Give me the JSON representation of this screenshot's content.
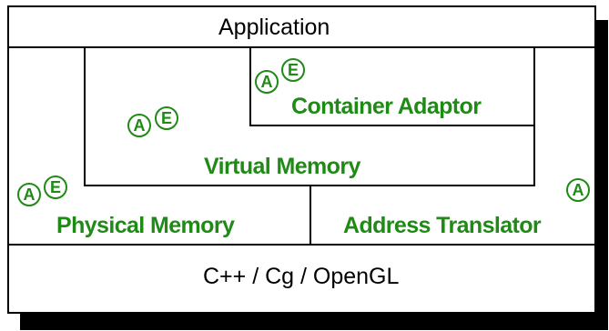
{
  "layers": {
    "top": "Application",
    "bottom": "C++ / Cg / OpenGL"
  },
  "modules": {
    "container_adaptor": "Container Adaptor",
    "virtual_memory": "Virtual Memory",
    "physical_memory": "Physical Memory",
    "address_translator": "Address Translator"
  },
  "badges": {
    "a": "A",
    "e": "E"
  },
  "colors": {
    "module_text": "#1f8a16",
    "lines": "#000000",
    "background": "#ffffff"
  }
}
